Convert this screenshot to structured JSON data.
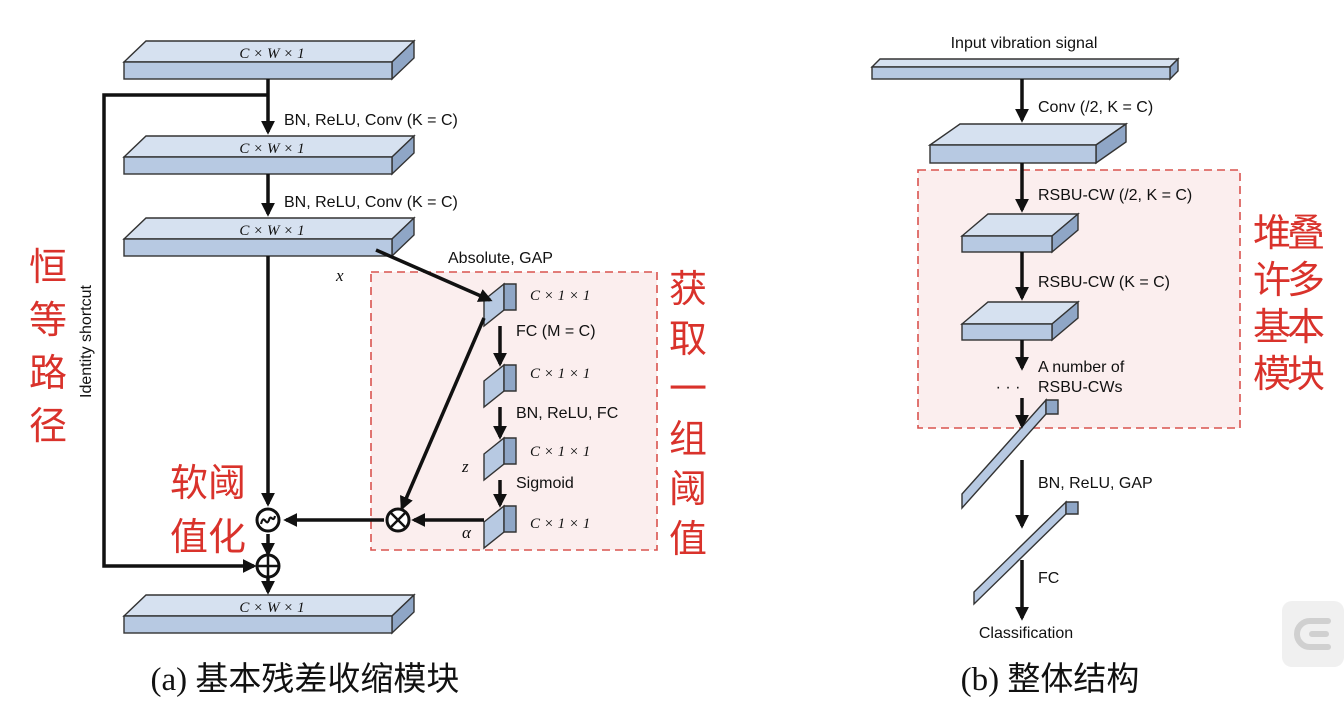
{
  "left": {
    "layer_top": "C × W × 1",
    "layer_2": "C × W × 1",
    "layer_3": "C × W × 1",
    "layer_out": "C × W × 1",
    "op_bn_conv_1": "BN, ReLU, Conv (K = C)",
    "op_bn_conv_2": "BN, ReLU, Conv (K = C)",
    "op_abs_gap": "Absolute, GAP",
    "small_1": "C × 1 × 1",
    "small_2": "C × 1 × 1",
    "small_3": "C × 1 × 1",
    "small_4": "C × 1 × 1",
    "op_fc": "FC (M = C)",
    "op_bn_fc": "BN, ReLU, FC",
    "op_sigmoid": "Sigmoid",
    "var_x": "x",
    "var_z": "z",
    "var_alpha": "α",
    "identity_shortcut": "Identity shortcut",
    "red_identity_path": [
      "恒",
      "等",
      "路",
      "径"
    ],
    "red_threshold_group": [
      "获",
      "取",
      "一",
      "组",
      "阈",
      "值"
    ],
    "red_soft_threshold_1": "软阈",
    "red_soft_threshold_2": "值化",
    "caption": "(a) 基本残差收缩模块"
  },
  "right": {
    "input_label": "Input vibration signal",
    "op_conv": "Conv (/2, K = C)",
    "op_rsbu_1": "RSBU-CW (/2, K = C)",
    "op_rsbu_2": "RSBU-CW (K = C)",
    "op_number_1": "A number of",
    "op_number_2": "RSBU-CWs",
    "op_dots": "· · ·",
    "op_bn_gap": "BN, ReLU, GAP",
    "op_fc": "FC",
    "output_label": "Classification",
    "red_stack": [
      "堆",
      "叠",
      "许",
      "多",
      "基",
      "本",
      "模",
      "块"
    ],
    "caption": "(b) 整体结构"
  },
  "colors": {
    "box_front": "#b7c9e2",
    "box_top": "#d6e1f0",
    "box_side": "#8fa6c6",
    "red_text": "#d9322b",
    "dashed_region_fill": "#fbeeee"
  }
}
